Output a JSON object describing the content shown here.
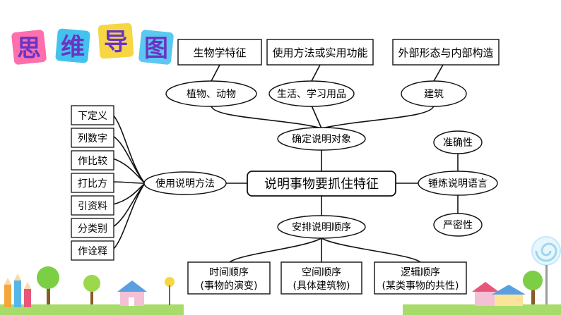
{
  "title_chars": [
    "思",
    "维",
    "导",
    "图"
  ],
  "colors": {
    "tile_fills": [
      "#ff6fae",
      "#44c2ee",
      "#f6d743",
      "#5ac8f0"
    ],
    "tile_text": "#6a34c4",
    "line": "#111111",
    "background": "#ffffff"
  },
  "central": "说明事物要抓住特征",
  "object": {
    "label": "确定说明对象",
    "subs": [
      {
        "oval": "植物、动物",
        "box": "生物学特征"
      },
      {
        "oval": "生活、学习用品",
        "box": "使用方法或实用功能"
      },
      {
        "oval": "建筑",
        "box": "外部形态与内部构造"
      }
    ]
  },
  "methods": {
    "label": "使用说明方法",
    "items": [
      "下定义",
      "列数字",
      "作比较",
      "打比方",
      "引资料",
      "分类别",
      "作诠释"
    ]
  },
  "language": {
    "label": "锤炼说明语言",
    "items": [
      "准确性",
      "严密性"
    ]
  },
  "order": {
    "label": "安排说明顺序",
    "items": [
      {
        "line1": "时间顺序",
        "line2": "(事物的演变)"
      },
      {
        "line1": "空间顺序",
        "line2": "(具体建筑物)"
      },
      {
        "line1": "逻辑顺序",
        "line2": "(某类事物的共性)"
      }
    ]
  }
}
